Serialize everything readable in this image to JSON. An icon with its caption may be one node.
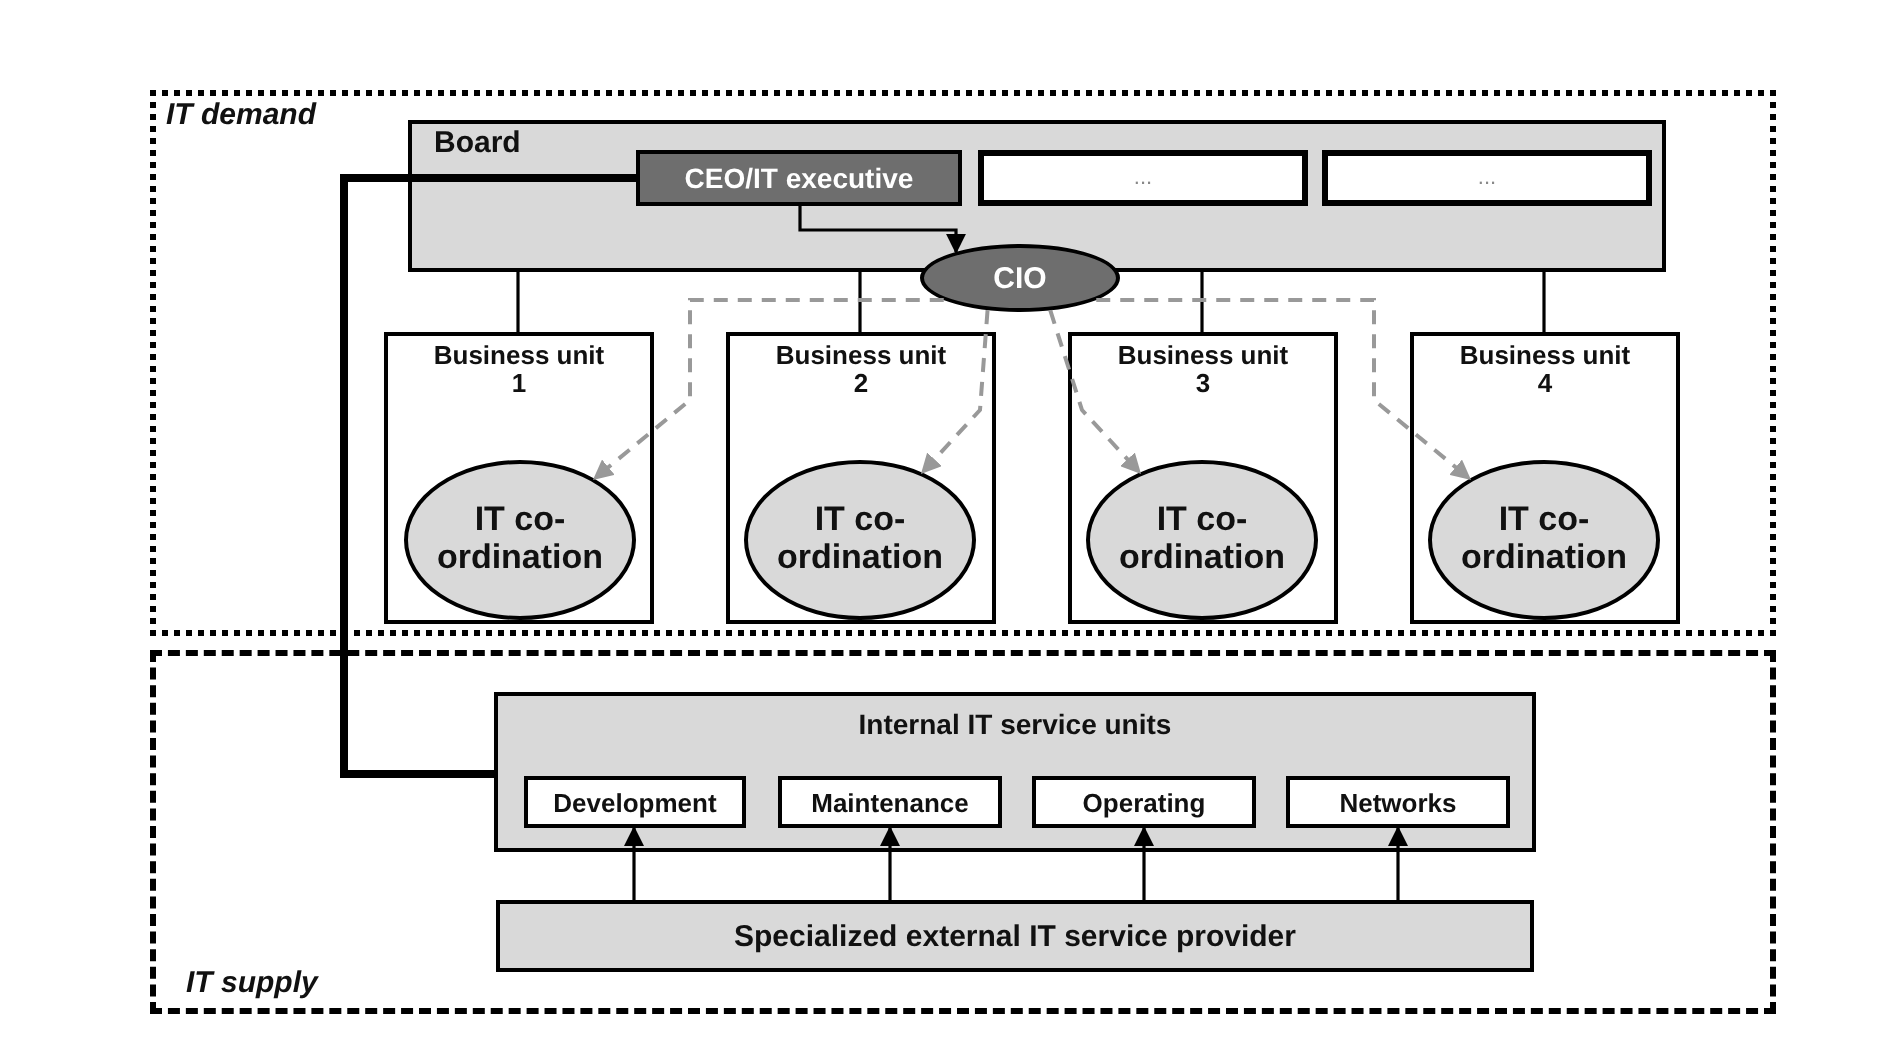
{
  "diagram": {
    "nodes": [
      {
        "text": [
          "IT demand"
        ]
      },
      {
        "text": [
          "Board"
        ],
        "in": 0
      },
      {
        "text": [
          "CEO/IT executive"
        ],
        "in": 1
      },
      {
        "text": [
          "..."
        ],
        "in": 1
      },
      {
        "text": [
          "..."
        ],
        "in": 1
      },
      {
        "text": [
          "CIO"
        ],
        "in": 0
      },
      {
        "text": [
          "Business unit 1"
        ],
        "in": 0
      },
      {
        "text": [
          "IT co-ordination"
        ],
        "in": 6
      },
      {
        "text": [
          "Business unit 2"
        ],
        "in": 0
      },
      {
        "text": [
          "IT co-ordination"
        ],
        "in": 8
      },
      {
        "text": [
          "Business unit 3"
        ],
        "in": 0
      },
      {
        "text": [
          "IT co-ordination"
        ],
        "in": 10
      },
      {
        "text": [
          "Business unit 4"
        ],
        "in": 0
      },
      {
        "text": [
          "IT co-ordination"
        ],
        "in": 12
      },
      {
        "text": [
          "IT supply"
        ]
      },
      {
        "text": [
          "Internal IT service units"
        ],
        "in": 14
      },
      {
        "text": [
          "Development"
        ],
        "in": 15
      },
      {
        "text": [
          "Maintenance"
        ],
        "in": 15
      },
      {
        "text": [
          "Operating"
        ],
        "in": 15
      },
      {
        "text": [
          "Networks"
        ],
        "in": 15
      },
      {
        "text": [
          "Specialized external IT service provider"
        ],
        "in": 14
      }
    ],
    "edges": [
      {
        "from": 2,
        "to": 5,
        "arrow": "to"
      },
      {
        "from": 2,
        "to": 15,
        "arrow": "none",
        "style": "thick"
      },
      {
        "from": 1,
        "to": 6,
        "arrow": "none"
      },
      {
        "from": 1,
        "to": 8,
        "arrow": "none"
      },
      {
        "from": 1,
        "to": 10,
        "arrow": "none"
      },
      {
        "from": 1,
        "to": 12,
        "arrow": "none"
      },
      {
        "from": 5,
        "to": 7,
        "arrow": "to",
        "style": "dashed",
        "color": "#999999"
      },
      {
        "from": 5,
        "to": 9,
        "arrow": "to",
        "style": "dashed",
        "color": "#999999"
      },
      {
        "from": 5,
        "to": 11,
        "arrow": "to",
        "style": "dashed",
        "color": "#999999"
      },
      {
        "from": 5,
        "to": 13,
        "arrow": "to",
        "style": "dashed",
        "color": "#999999"
      },
      {
        "from": 20,
        "to": 16,
        "arrow": "to"
      },
      {
        "from": 20,
        "to": 17,
        "arrow": "to"
      },
      {
        "from": 20,
        "to": 18,
        "arrow": "to"
      },
      {
        "from": 20,
        "to": 19,
        "arrow": "to"
      }
    ]
  }
}
